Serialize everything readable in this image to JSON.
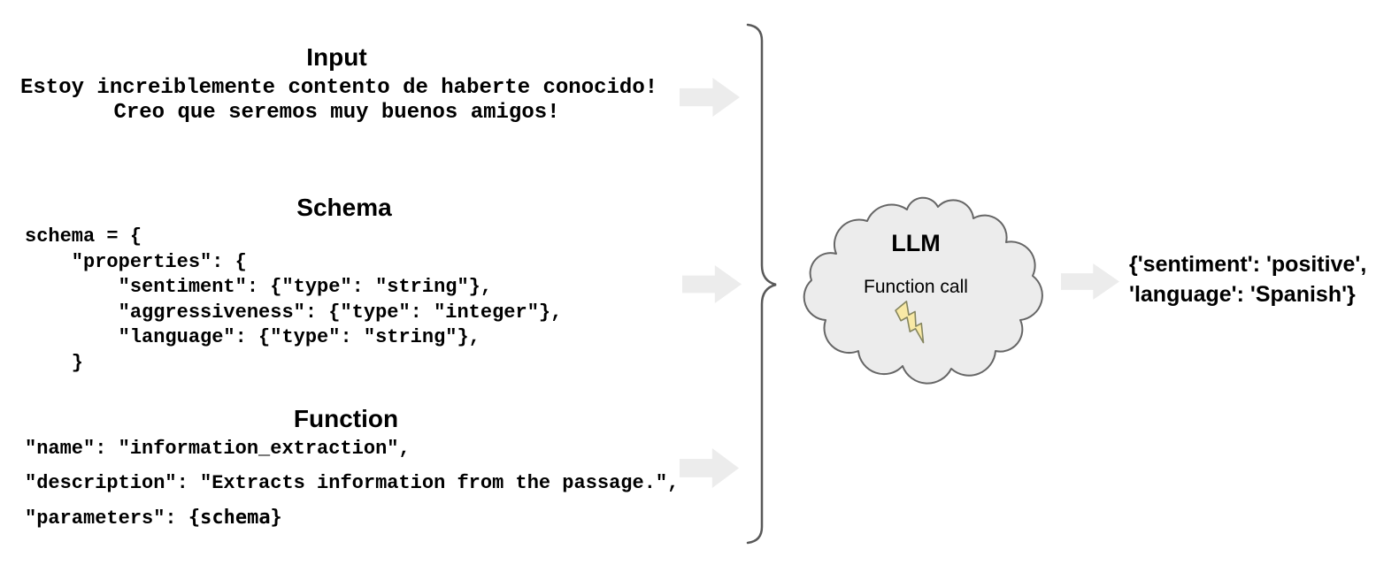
{
  "sections": {
    "input": {
      "heading": "Input",
      "line1": "Estoy increiblemente contento de haberte conocido!",
      "line2": "Creo que seremos muy buenos amigos!"
    },
    "schema": {
      "heading": "Schema",
      "code": "schema = {\n    \"properties\": {\n        \"sentiment\": {\"type\": \"string\"},\n        \"aggressiveness\": {\"type\": \"integer\"},\n        \"language\": {\"type\": \"string\"},\n    }"
    },
    "function": {
      "heading": "Function",
      "line1": "\"name\": \"information_extraction\",",
      "line2": "\"description\": \"Extracts information from the passage.\",",
      "line3_prefix": "\"parameters\": ",
      "line3_code": "{schema}"
    }
  },
  "llm": {
    "title": "LLM",
    "subtitle": "Function call",
    "icon": "lightning-bolt"
  },
  "output": {
    "line1": "{'sentiment': 'positive',",
    "line2": "'language': 'Spanish'}"
  },
  "icons": {
    "flow_arrows": "right-block-arrow",
    "grouping": "curly-brace"
  },
  "colors": {
    "arrow": "#ececec",
    "cloud_fill": "#ececec",
    "cloud_stroke": "#666666",
    "brace_stroke": "#595959",
    "bolt_fill": "#f8e9a5",
    "bolt_stroke": "#85855f",
    "text": "#000000"
  }
}
